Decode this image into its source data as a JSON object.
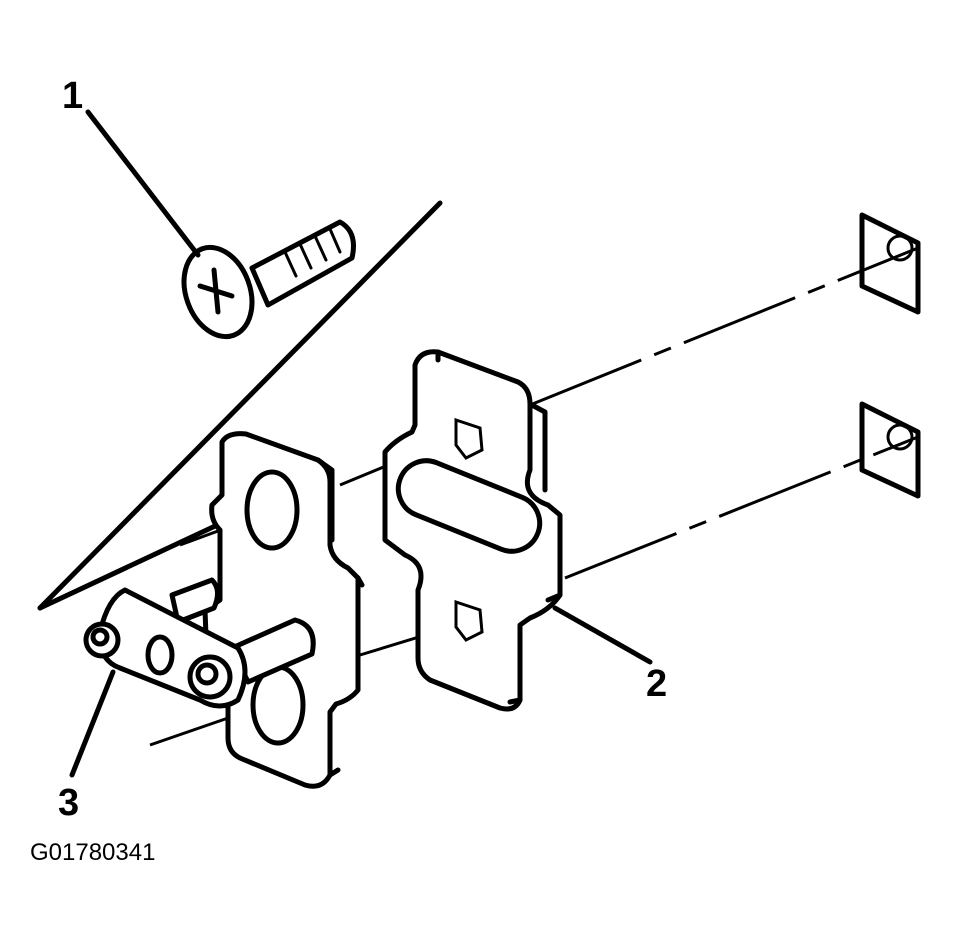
{
  "callouts": {
    "screw": "1",
    "shim": "2",
    "hinge_link": "3"
  },
  "figure_code": "G01780341"
}
